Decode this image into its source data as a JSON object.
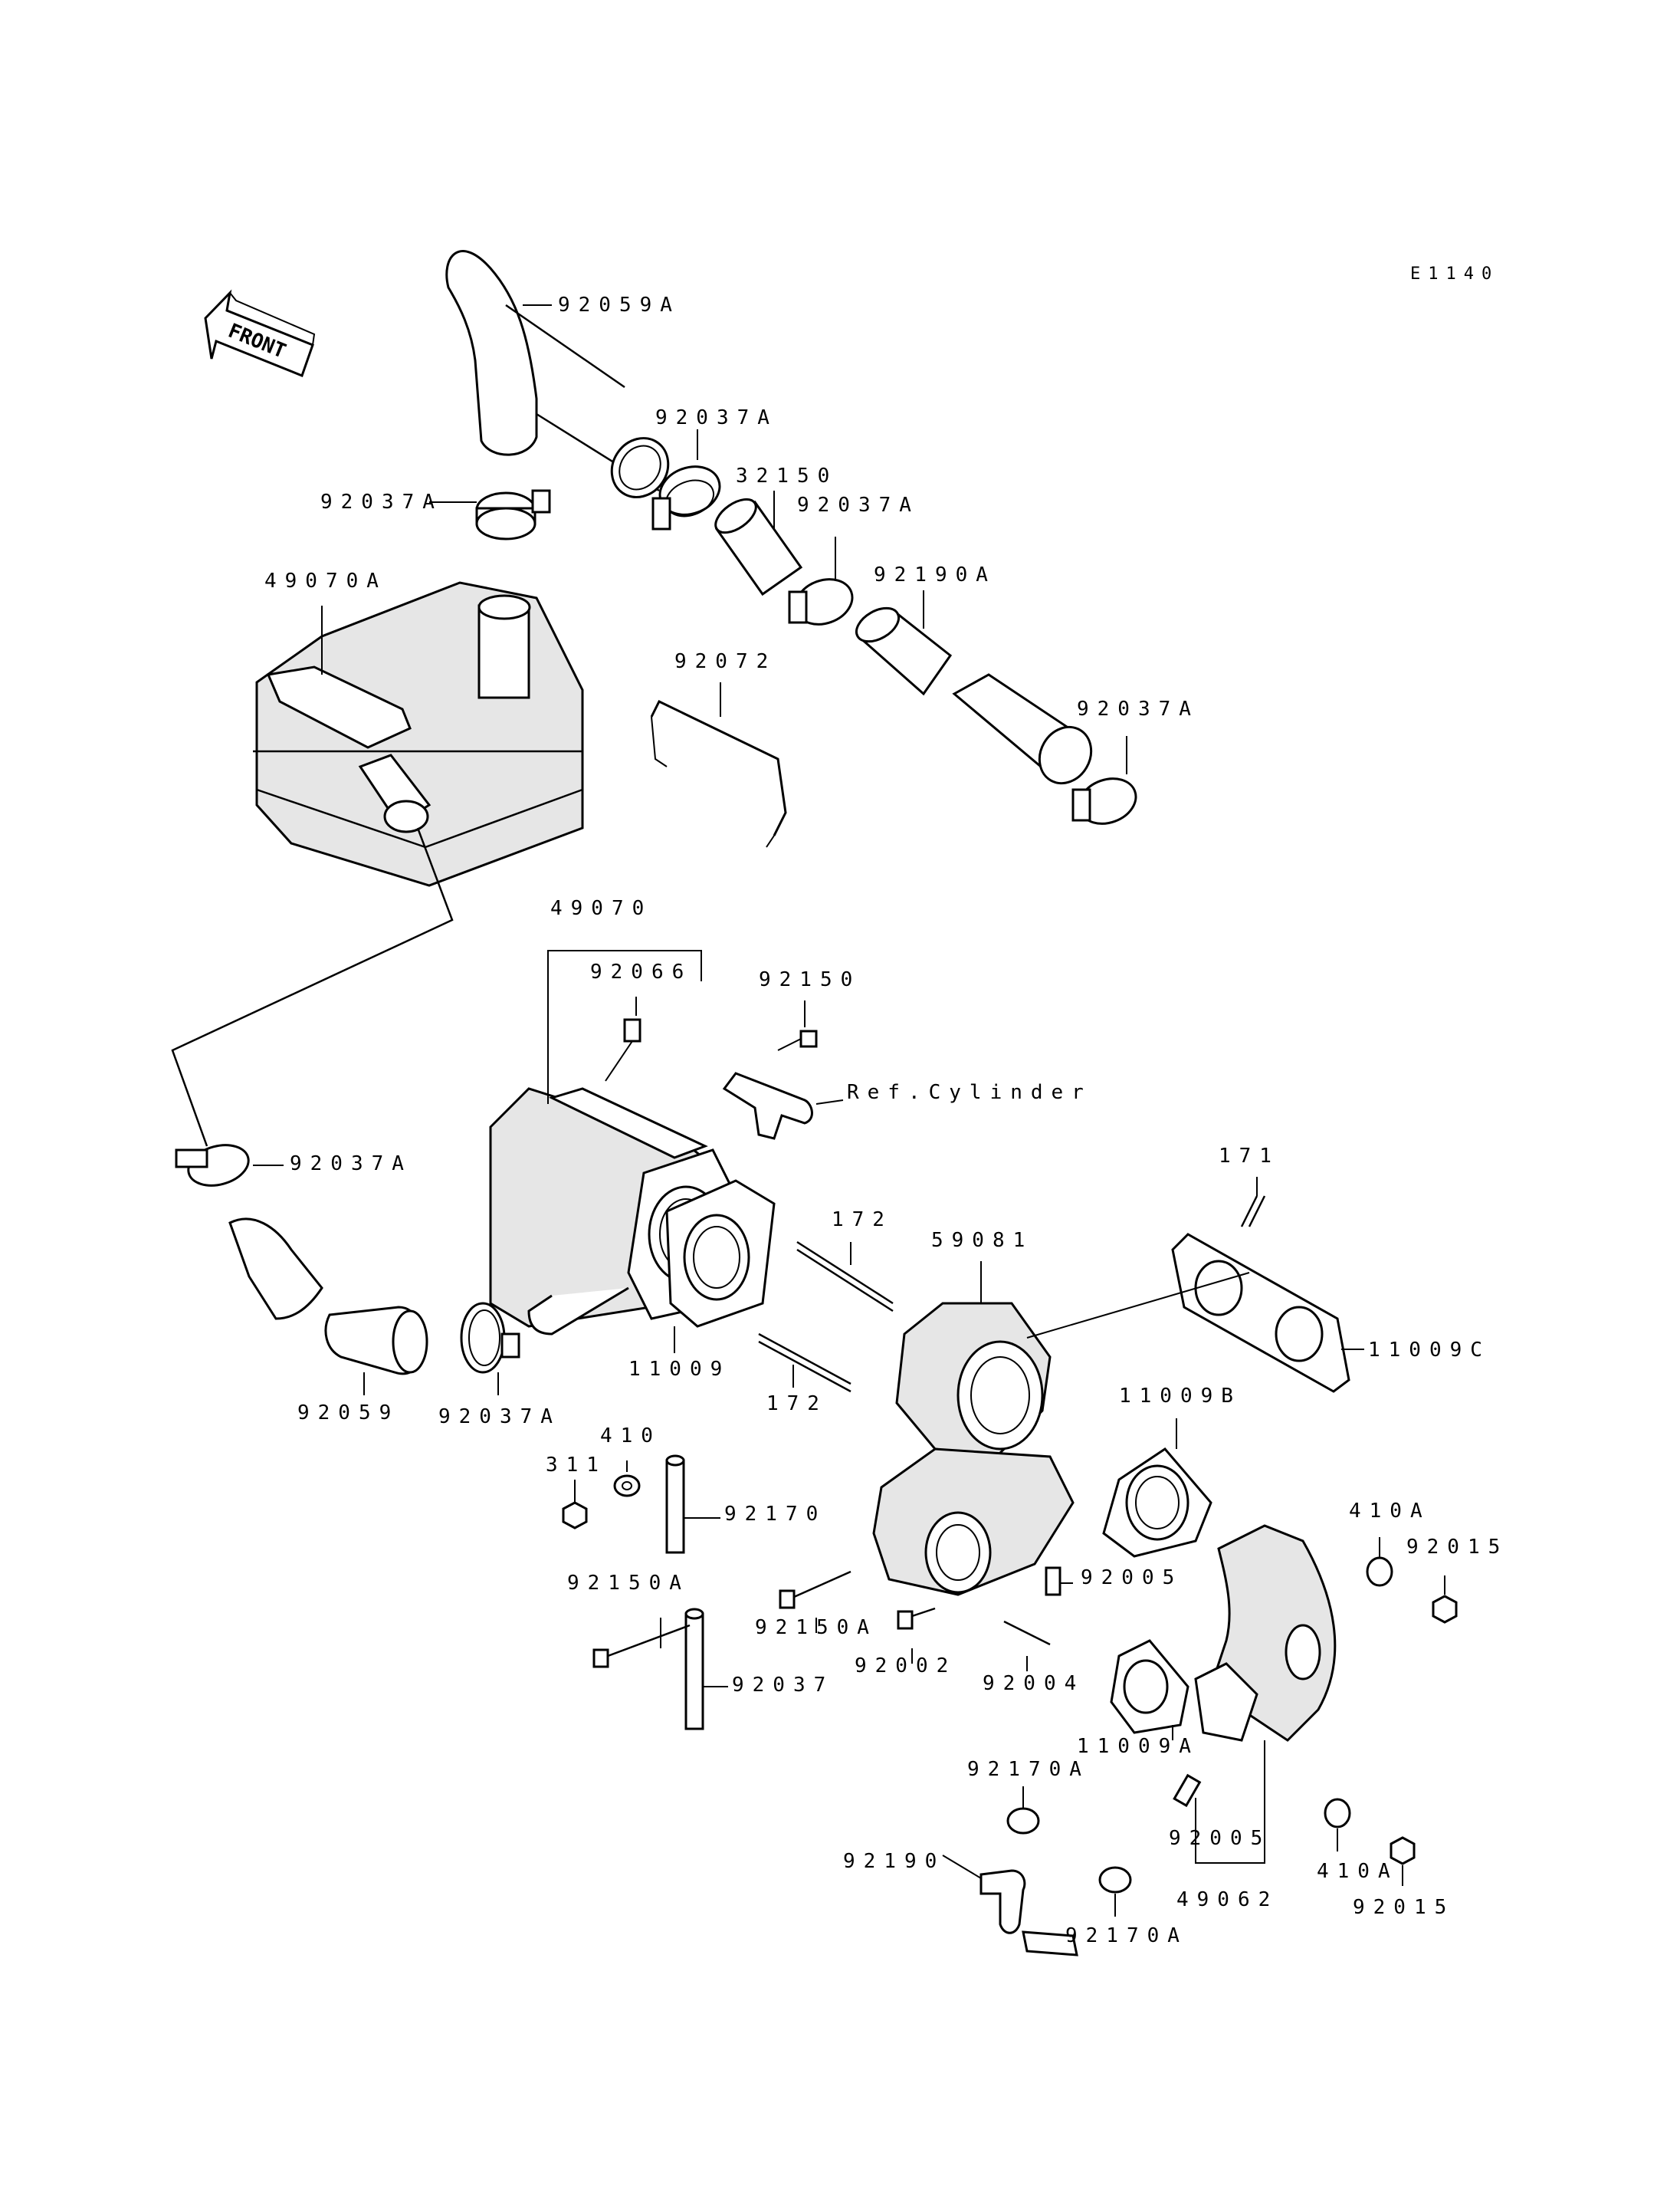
{
  "diagram_code": "E1140",
  "front_label": "FRONT",
  "ref_cylinder": "Ref.Cylinder",
  "labels": {
    "p92059A": "92059A",
    "p92037A_1": "92037A",
    "p92037A_2": "92037A",
    "p32150": "32150",
    "p92037A_3": "92037A",
    "p92190A": "92190A",
    "p49070A": "49070A",
    "p92072": "92072",
    "p92037A_4": "92037A",
    "p49070": "49070",
    "p92066": "92066",
    "p92150": "92150",
    "p171": "171",
    "p92037A_5": "92037A",
    "p172_1": "172",
    "p59081": "59081",
    "p11009C": "11009C",
    "p11009": "11009",
    "p172_2": "172",
    "p11009B": "11009B",
    "p92059": "92059",
    "p92037A_6": "92037A",
    "p410": "410",
    "p311": "311",
    "p92170": "92170",
    "p410A_1": "410A",
    "p92015_1": "92015",
    "p92150A_1": "92150A",
    "p92005_1": "92005",
    "p92150A_2": "92150A",
    "p92002": "92002",
    "p92004": "92004",
    "p92037": "92037",
    "p11009A": "11009A",
    "p92170A_1": "92170A",
    "p92005_2": "92005",
    "p92190": "92190",
    "p410A_2": "410A",
    "p92015_2": "92015",
    "p49062": "49062",
    "p92170A_2": "92170A"
  }
}
